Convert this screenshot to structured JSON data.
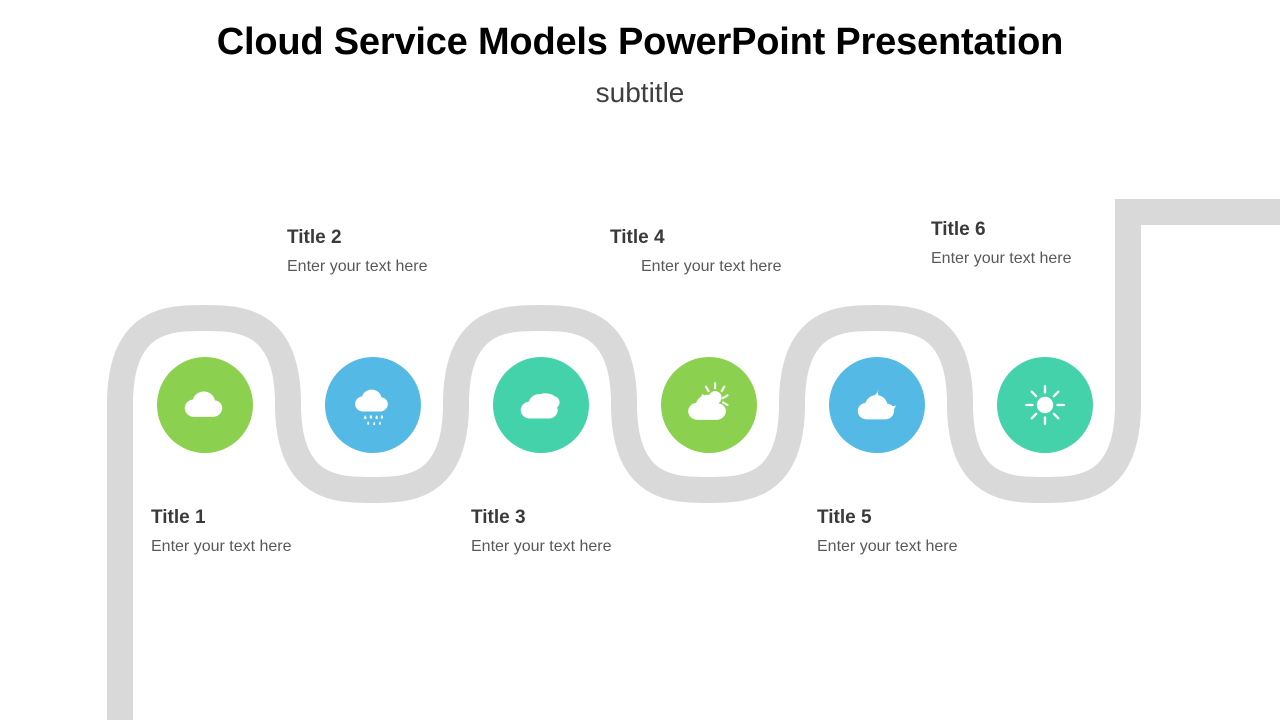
{
  "slide": {
    "title": "Cloud Service Models PowerPoint Presentation",
    "subtitle": "subtitle"
  },
  "colors": {
    "green": "#8BD04E",
    "blue": "#54B9E5",
    "teal": "#44D2AB",
    "road": "#D9D9D9",
    "title_text": "#000000",
    "subtitle_text": "#3f3f3f",
    "caption_title_text": "#3a3a3a",
    "caption_body_text": "#58595b",
    "icon": "#ffffff"
  },
  "milestones": [
    {
      "id": 1,
      "title": "Title 1",
      "body": "Enter your text here",
      "color": "#8BD04E",
      "icon": "cloud-icon",
      "position": "below"
    },
    {
      "id": 2,
      "title": "Title 2",
      "body": "Enter your text here",
      "color": "#54B9E5",
      "icon": "cloud-rain-icon",
      "position": "above"
    },
    {
      "id": 3,
      "title": "Title 3",
      "body": "Enter your text here",
      "color": "#44D2AB",
      "icon": "clouds-icon",
      "position": "below"
    },
    {
      "id": 4,
      "title": "Title 4",
      "body": "Enter your text here",
      "color": "#8BD04E",
      "icon": "sun-cloud-icon",
      "position": "above"
    },
    {
      "id": 5,
      "title": "Title 5",
      "body": "Enter your text here",
      "color": "#54B9E5",
      "icon": "moon-cloud-icon",
      "position": "below"
    },
    {
      "id": 6,
      "title": "Title 6",
      "body": "Enter your text here",
      "color": "#44D2AB",
      "icon": "sun-icon",
      "position": "above"
    }
  ]
}
